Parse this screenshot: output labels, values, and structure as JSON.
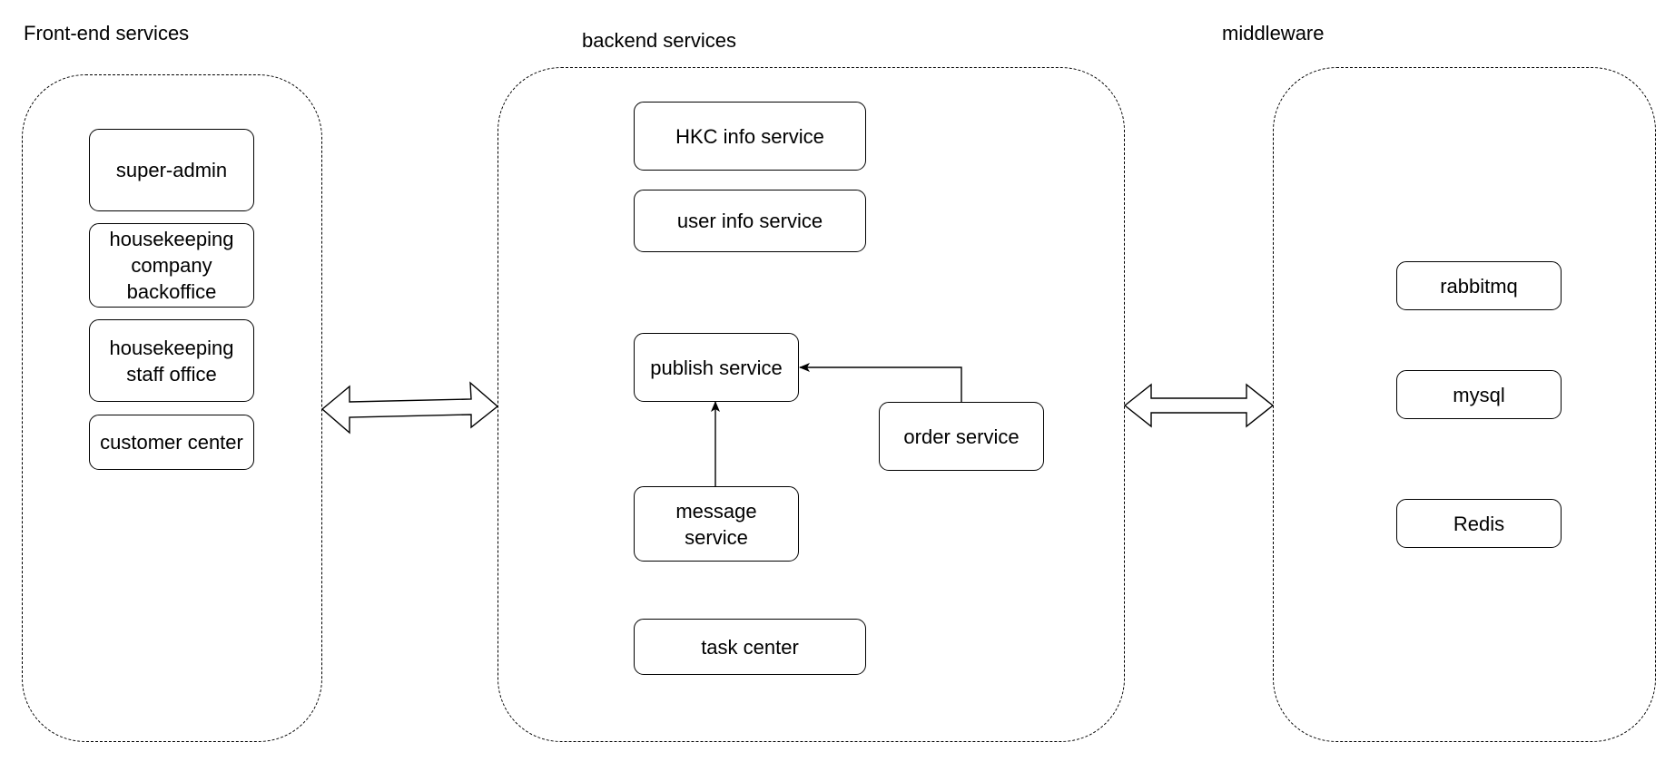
{
  "groups": {
    "frontend": {
      "title": "Front-end services"
    },
    "backend": {
      "title": "backend services"
    },
    "middleware": {
      "title": "middleware"
    }
  },
  "frontend_nodes": {
    "super_admin": "super-admin",
    "hk_company_backoffice": "housekeeping\ncompany\nbackoffice",
    "hk_staff_office": "housekeeping\nstaff office",
    "customer_center": "customer center"
  },
  "backend_nodes": {
    "hkc_info": "HKC info service",
    "user_info": "user info service",
    "publish": "publish service",
    "order": "order service",
    "message": "message\nservice",
    "task_center": "task center"
  },
  "middleware_nodes": {
    "rabbitmq": "rabbitmq",
    "mysql": "mysql",
    "redis": "Redis"
  }
}
